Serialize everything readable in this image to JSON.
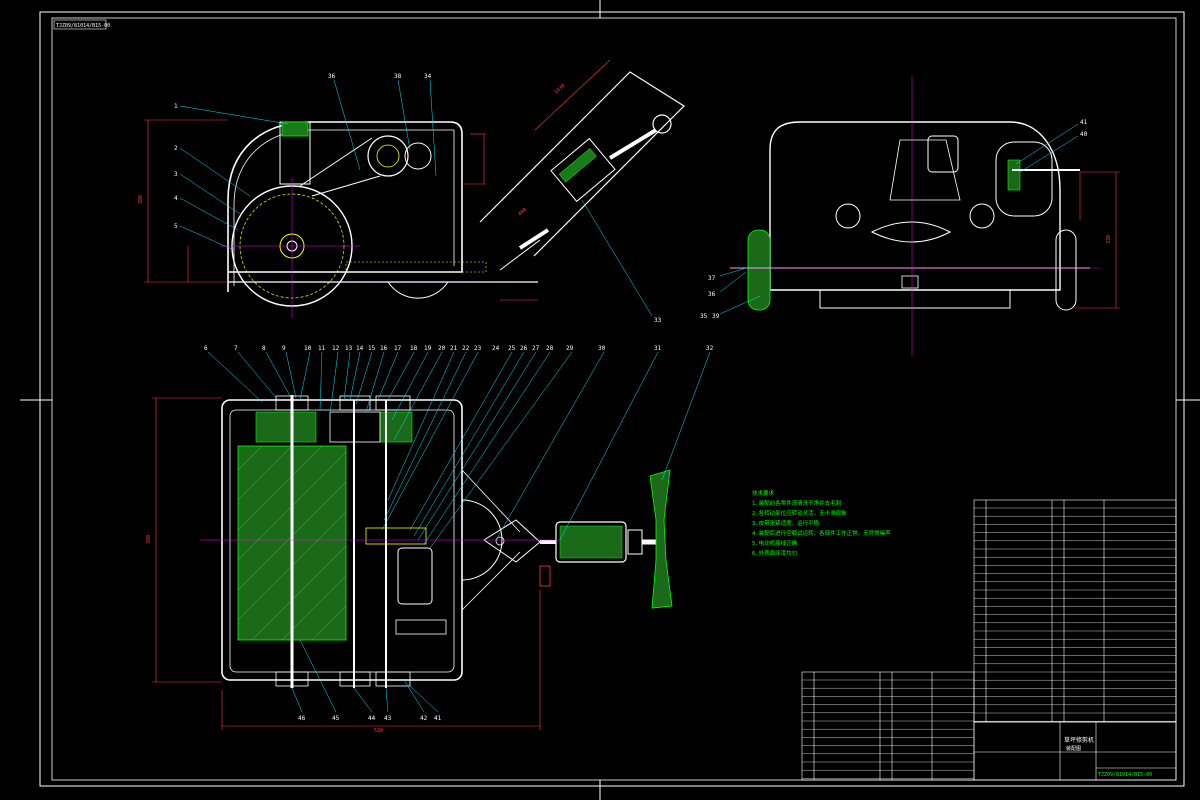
{
  "drawing_code": "TJZ09/81014/B15-00",
  "drawing_code_footer": "TJZ09/81014/B15-00",
  "part_labels": {
    "side_view": [
      "1",
      "2",
      "3",
      "4",
      "5",
      "36",
      "38",
      "34",
      "33"
    ],
    "top_view_upper": [
      "6",
      "7",
      "8",
      "9",
      "10",
      "11",
      "12",
      "13",
      "14",
      "15",
      "16",
      "17",
      "18",
      "19",
      "20",
      "21",
      "22",
      "23",
      "24",
      "25",
      "26",
      "27",
      "28",
      "29",
      "30",
      "31",
      "32"
    ],
    "top_view_lower": [
      "46",
      "45",
      "44",
      "43",
      "42",
      "41"
    ],
    "right_view": [
      "41",
      "40",
      "37",
      "36",
      "35",
      "39"
    ]
  },
  "dimensions": {
    "side_height": "380",
    "belt_length": "1430",
    "handle_len": "400",
    "top_width": "530",
    "top_depth": "380",
    "right_height": "330"
  },
  "notes_title": "技术要求",
  "notes": [
    "1.装配前各零件须清洗干净并去毛刺",
    "2.各转动部位应转动灵活，无卡滞现象",
    "3.皮带张紧适度，运行平稳",
    "4.装配后进行空载试运转，各部件工作正常，无异常噪声",
    "5.电动机接线正确",
    "6.外表面涂漆均匀"
  ],
  "title_block": {
    "name": "草坪修剪机",
    "sub": "装配图"
  },
  "colors": {
    "frame": "#ffffff",
    "red": "#ff3b3b",
    "yellow": "#ffff00",
    "green": "#00ff00",
    "cyan": "#00e5ff",
    "magenta": "#ff00ff"
  }
}
